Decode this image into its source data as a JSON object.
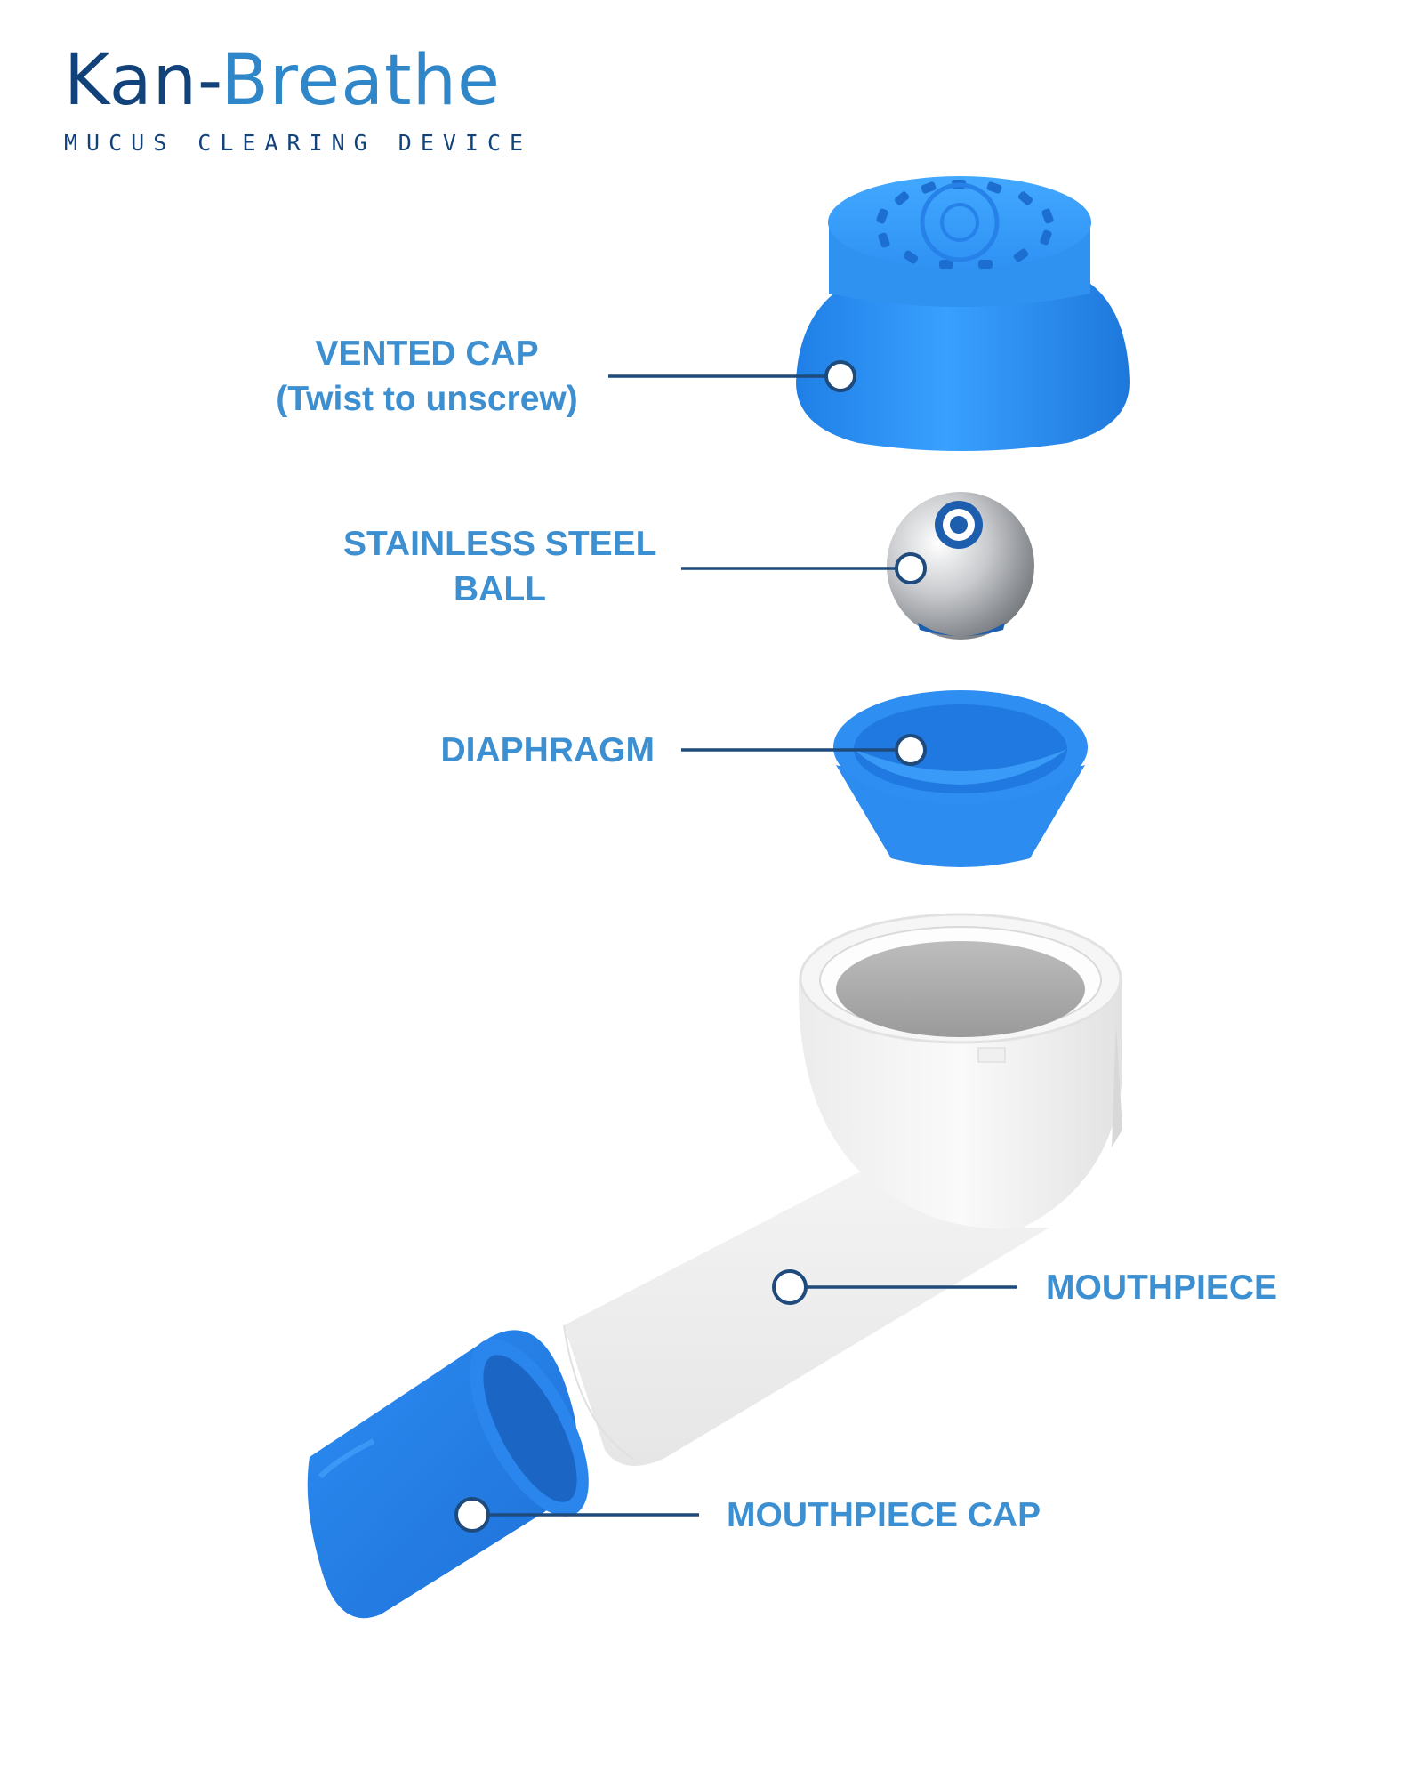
{
  "logo": {
    "name_part1": "Kan-",
    "name_part2": "Breathe",
    "tagline": "MUCUS CLEARING DEVICE"
  },
  "colors": {
    "brand_dark": "#12427a",
    "brand_light": "#2f86c8",
    "label_blue": "#3c8fd0",
    "leader_line": "#1e4a7c",
    "part_blue": "#2d8cf0",
    "mouthpiece_white": "#f0f0f0"
  },
  "parts": [
    {
      "id": "vented-cap",
      "lines": [
        "VENTED CAP",
        "(Twist to unscrew)"
      ]
    },
    {
      "id": "steel-ball",
      "lines": [
        "STAINLESS STEEL",
        "BALL"
      ]
    },
    {
      "id": "diaphragm",
      "lines": [
        "DIAPHRAGM"
      ]
    },
    {
      "id": "mouthpiece",
      "lines": [
        "MOUTHPIECE"
      ]
    },
    {
      "id": "mouthpiece-cap",
      "lines": [
        "MOUTHPIECE CAP"
      ]
    }
  ]
}
